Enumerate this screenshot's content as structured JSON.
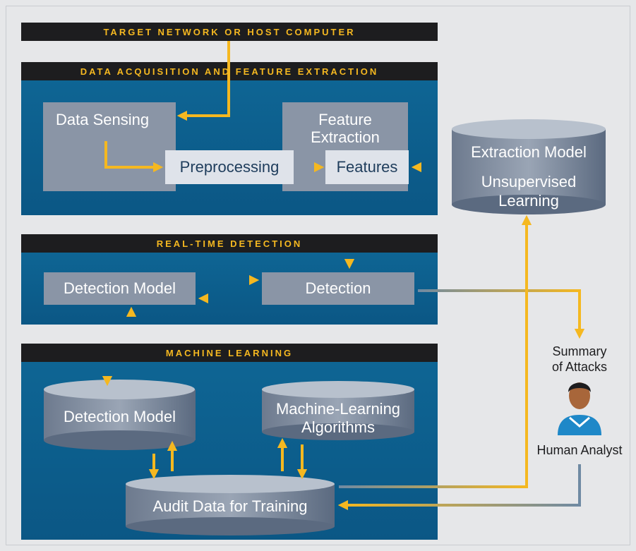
{
  "bars": {
    "target": "TARGET NETWORK OR HOST COMPUTER",
    "acquisition": "DATA ACQUISITION AND FEATURE EXTRACTION",
    "realtime": "REAL-TIME DETECTION",
    "ml": "MACHINE LEARNING"
  },
  "acquisition": {
    "data_sensing": "Data Sensing",
    "feature_extraction_line1": "Feature",
    "feature_extraction_line2": "Extraction",
    "preprocessing": "Preprocessing",
    "features": "Features"
  },
  "extraction_model": {
    "title": "Extraction Model",
    "line1": "Unsupervised",
    "line2": "Learning"
  },
  "realtime": {
    "detection_model": "Detection Model",
    "detection": "Detection"
  },
  "ml": {
    "detection_model": "Detection Model",
    "algorithms_line1": "Machine-Learning",
    "algorithms_line2": "Algorithms",
    "audit_data": "Audit Data for Training"
  },
  "analyst": {
    "summary_line1": "Summary",
    "summary_line2": "of Attacks",
    "label": "Human Analyst"
  },
  "colors": {
    "arrow": "#f5b820",
    "panel": "#0d5f8d",
    "bar": "#1d1d1f",
    "box": "#8a95a6"
  }
}
